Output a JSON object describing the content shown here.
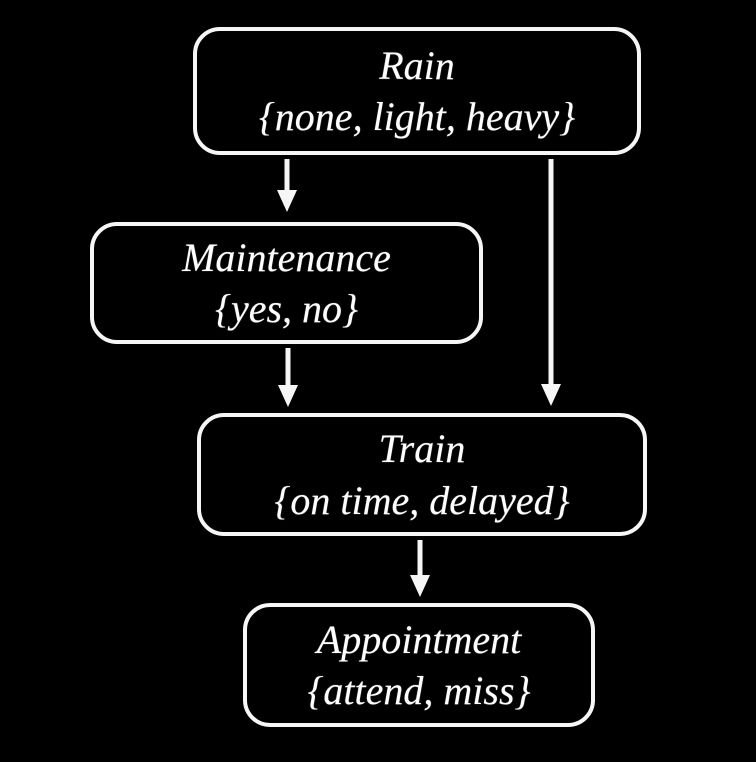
{
  "diagram": {
    "type": "bayesian-network",
    "background_color": "#000000",
    "node_border_color": "#f6f6f6",
    "text_color": "#ffffff",
    "arrow_color": "#f6f6f6",
    "nodes": [
      {
        "id": "rain",
        "name": "Rain",
        "values": "{none, light, heavy}"
      },
      {
        "id": "maintenance",
        "name": "Maintenance",
        "values": "{yes, no}"
      },
      {
        "id": "train",
        "name": "Train",
        "values": "{on time, delayed}"
      },
      {
        "id": "appointment",
        "name": "Appointment",
        "values": "{attend, miss}"
      }
    ],
    "edges": [
      {
        "from": "rain",
        "to": "maintenance"
      },
      {
        "from": "rain",
        "to": "train"
      },
      {
        "from": "maintenance",
        "to": "train"
      },
      {
        "from": "train",
        "to": "appointment"
      }
    ]
  }
}
